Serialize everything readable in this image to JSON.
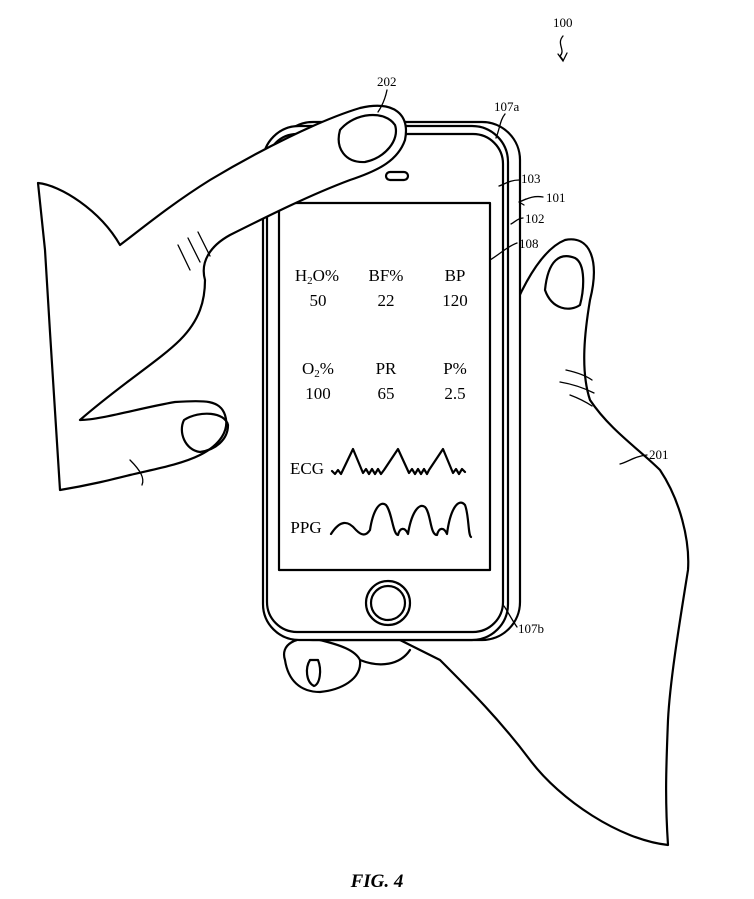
{
  "figure": {
    "caption": "FIG. 4",
    "reference_numerals": {
      "system": "100",
      "device": "101",
      "housing": "102",
      "cover": "103",
      "edge_top": "107a",
      "edge_bottom": "107b",
      "display": "108",
      "hand": "201",
      "finger": "202"
    }
  },
  "screen": {
    "metrics": [
      {
        "label_main": "H",
        "label_sub": "2",
        "label_tail": "O%",
        "value": "50"
      },
      {
        "label": "BF%",
        "value": "22"
      },
      {
        "label": "BP",
        "value": "120"
      },
      {
        "label_main": "O",
        "label_sub": "2",
        "label_tail": "%",
        "value": "100"
      },
      {
        "label": "PR",
        "value": "65"
      },
      {
        "label": "P%",
        "value": "2.5"
      }
    ],
    "waveforms": [
      {
        "label": "ECG"
      },
      {
        "label": "PPG"
      }
    ]
  }
}
